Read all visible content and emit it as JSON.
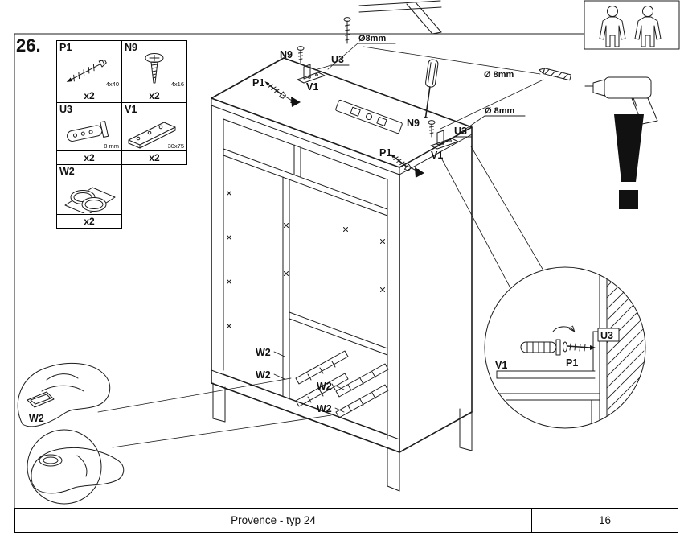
{
  "page": {
    "step_number": "26.",
    "footer": {
      "title": "Provence - typ 24",
      "page_number": "16"
    }
  },
  "parts_box": {
    "p1": {
      "label": "P1",
      "size": "4x40",
      "qty": "x2"
    },
    "n9": {
      "label": "N9",
      "size": "4x16",
      "qty": "x2"
    },
    "u3": {
      "label": "U3",
      "size": "8 mm",
      "qty": "x2"
    },
    "v1": {
      "label": "V1",
      "size": "30x75",
      "qty": "x2"
    },
    "w2": {
      "label": "W2",
      "qty": "x2"
    }
  },
  "diagram": {
    "top_group": {
      "n9": "N9",
      "u3": "U3",
      "v1": "V1",
      "p1": "P1",
      "diameter": "Ø8mm"
    },
    "mid_group": {
      "n9": "N9",
      "u3": "U3",
      "v1": "V1",
      "p1": "P1",
      "diameter": "Ø 8mm"
    },
    "drill_label": "Ø 8mm",
    "w2_1": "W2",
    "w2_2": "W2",
    "w2_3": "W2",
    "w2_4": "W2",
    "hand_label": "W2",
    "detail": {
      "v1": "V1",
      "p1": "P1",
      "u3": "U3"
    }
  }
}
